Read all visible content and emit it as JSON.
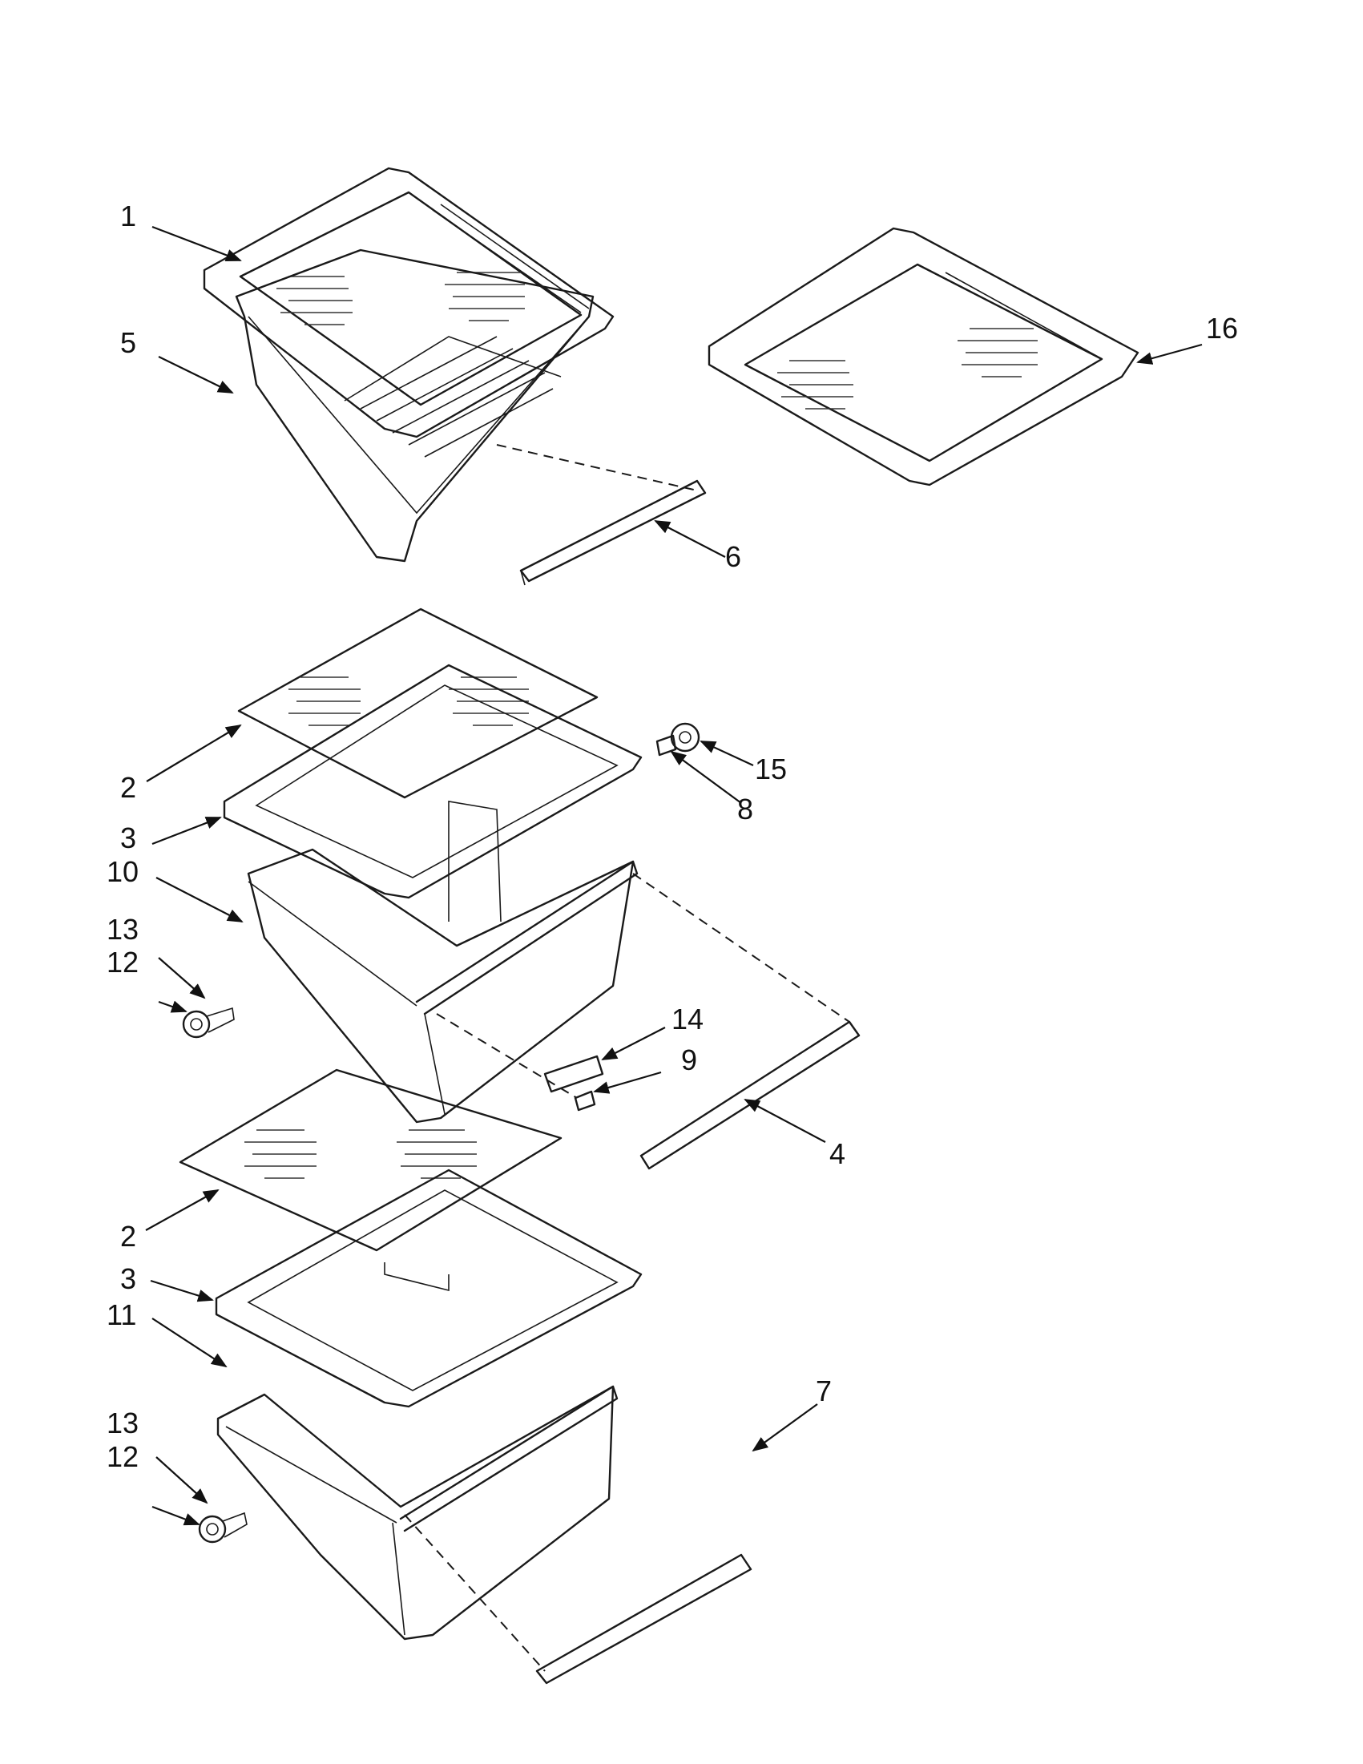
{
  "callouts": [
    {
      "id": "c1",
      "text": "1"
    },
    {
      "id": "c5",
      "text": "5"
    },
    {
      "id": "c6",
      "text": "6"
    },
    {
      "id": "c16",
      "text": "16"
    },
    {
      "id": "c2a",
      "text": "2"
    },
    {
      "id": "c3a",
      "text": "3"
    },
    {
      "id": "c10",
      "text": "10"
    },
    {
      "id": "c13a",
      "text": "13"
    },
    {
      "id": "c12a",
      "text": "12"
    },
    {
      "id": "c15",
      "text": "15"
    },
    {
      "id": "c8",
      "text": "8"
    },
    {
      "id": "c14",
      "text": "14"
    },
    {
      "id": "c9",
      "text": "9"
    },
    {
      "id": "c4",
      "text": "4"
    },
    {
      "id": "c2b",
      "text": "2"
    },
    {
      "id": "c3b",
      "text": "3"
    },
    {
      "id": "c11",
      "text": "11"
    },
    {
      "id": "c7",
      "text": "7"
    },
    {
      "id": "c13b",
      "text": "13"
    },
    {
      "id": "c12b",
      "text": "12"
    }
  ]
}
